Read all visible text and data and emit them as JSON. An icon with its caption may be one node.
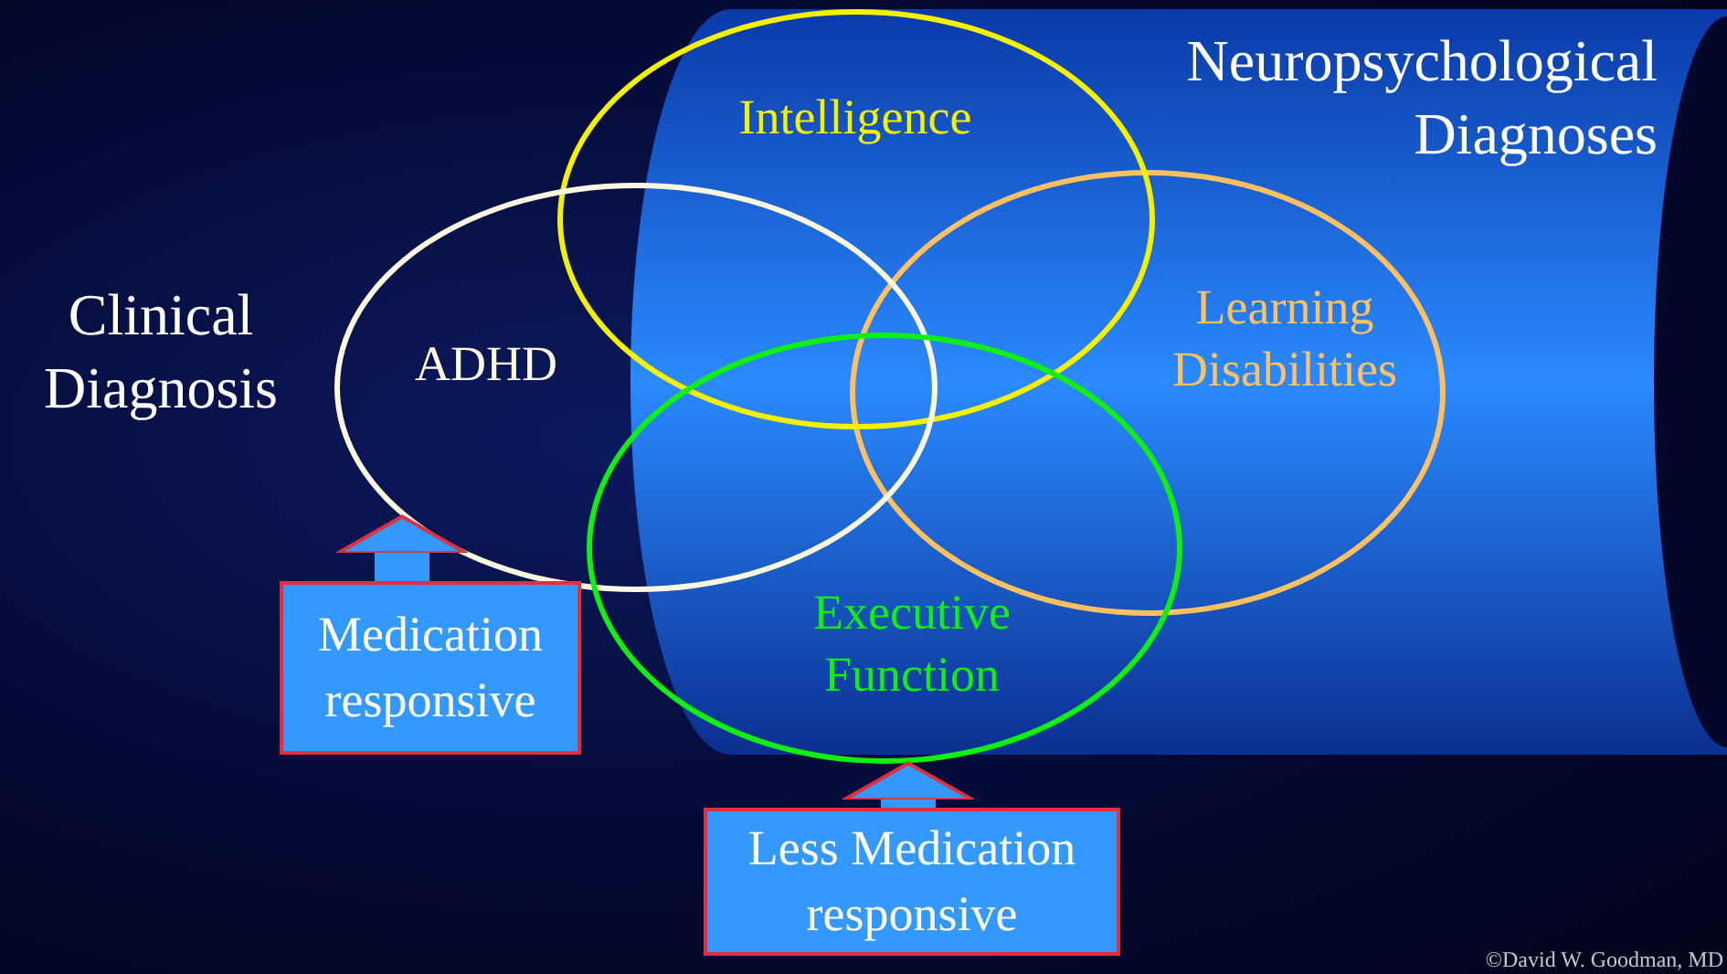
{
  "diagram": {
    "nodes": [
      {
        "text": [
          "Neuropsychological Diagnoses"
        ]
      },
      {
        "text": [
          "Intelligence"
        ]
      },
      {
        "text": [
          "ADHD"
        ]
      },
      {
        "text": [
          "Learning Disabilities"
        ],
        "in": 0
      },
      {
        "text": [
          "Executive Function"
        ]
      },
      {
        "text": [
          "Medication responsive"
        ]
      },
      {
        "text": [
          "Less Medication responsive"
        ]
      }
    ],
    "edges": [
      {
        "from": 5,
        "to": 2,
        "arrow": "to"
      },
      {
        "from": 6,
        "to": 4,
        "arrow": "to"
      }
    ],
    "labels": [
      "Clinical Diagnosis",
      "©David W. Goodman, MD"
    ]
  }
}
